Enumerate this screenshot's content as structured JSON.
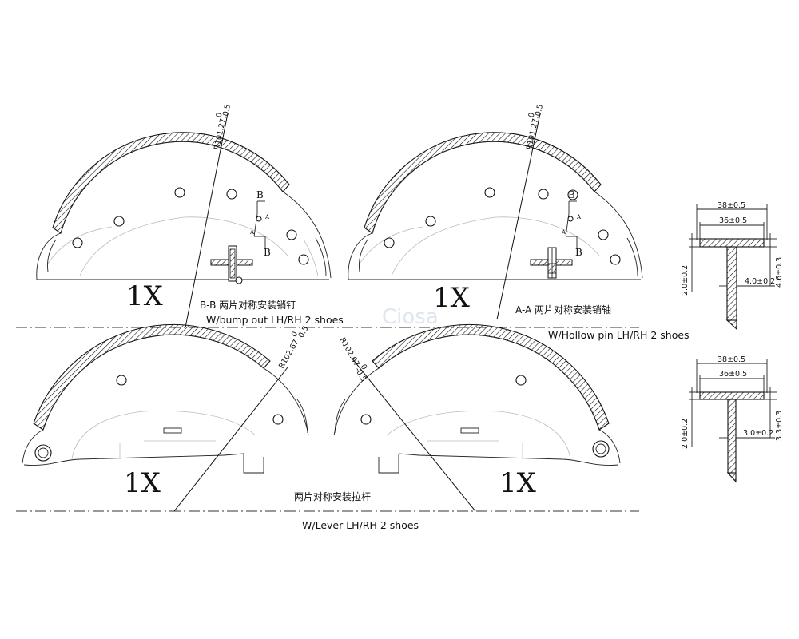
{
  "watermark": "Ciosa",
  "top_left": {
    "radius": "R101.27",
    "radius_tol_upper": "0",
    "radius_tol_lower": "-0.5",
    "section_mark": "B",
    "section_mark_small": "A",
    "quantity": "1X",
    "note_cn": "B-B 两片对称安装销钉",
    "note_en": "W/bump out LH/RH 2 shoes"
  },
  "top_right": {
    "radius": "R101.27",
    "radius_tol_upper": "0",
    "radius_tol_lower": "-0.5",
    "section_mark": "B",
    "section_mark_small": "A",
    "quantity": "1X",
    "note_cn": "A-A 两片对称安装销轴",
    "note_en": "W/Hollow pin LH/RH 2 shoes"
  },
  "bottom_left": {
    "radius": "R102.67",
    "radius_tol_upper": "0",
    "radius_tol_lower": "-0.5",
    "quantity": "1X"
  },
  "bottom_right": {
    "radius": "R102.67",
    "radius_tol_upper": "0",
    "radius_tol_lower": "-0.5",
    "quantity": "1X"
  },
  "bottom_note_cn": "两片对称安装拉杆",
  "bottom_note_en": "W/Lever LH/RH 2 shoes",
  "section_top": {
    "width_outer": "38±0.5",
    "width_inner": "36±0.5",
    "lining_thickness": "2.0±0.2",
    "web_thickness": "4.0±0.2",
    "web_height": "4.6±0.3"
  },
  "section_bottom": {
    "width_outer": "38±0.5",
    "width_inner": "36±0.5",
    "lining_thickness": "2.0±0.2",
    "web_thickness": "3.0±0.2",
    "web_height": "3.3±0.3"
  }
}
